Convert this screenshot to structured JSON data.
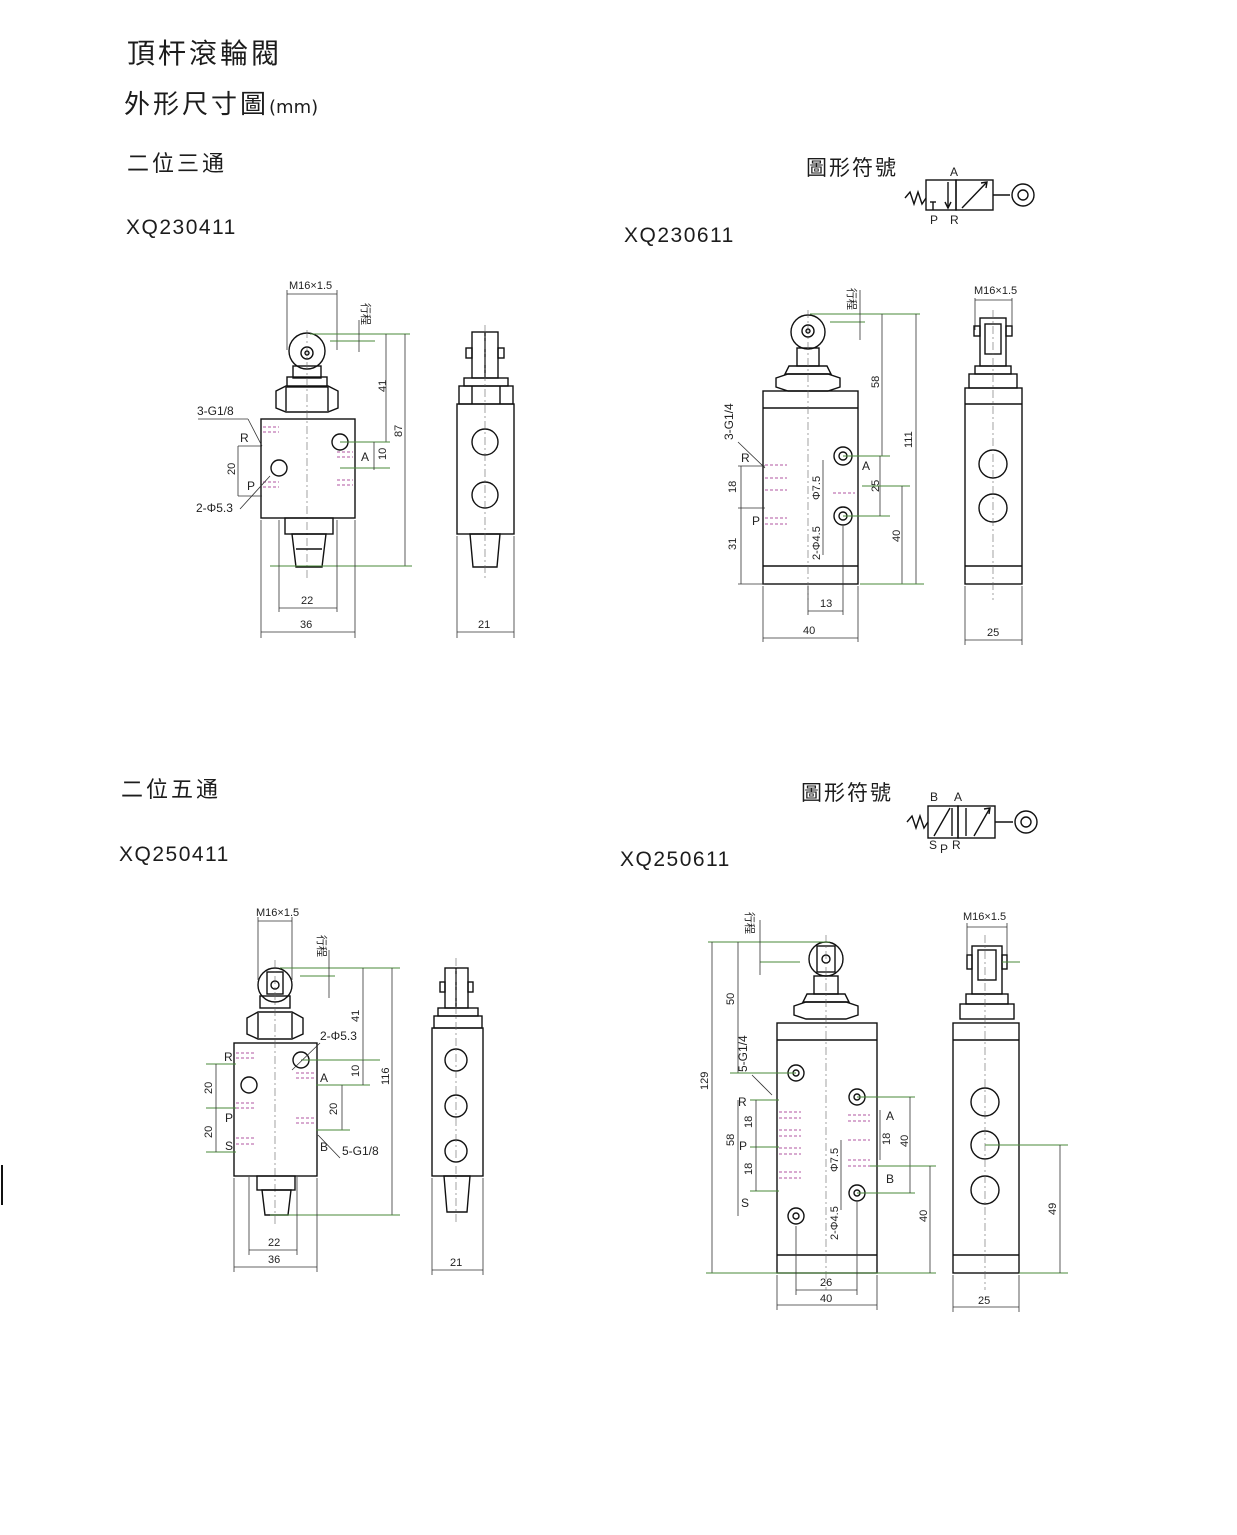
{
  "header": {
    "title": "頂杆滾輪閥",
    "subtitle": "外形尺寸圖",
    "unit": "(mm)"
  },
  "sections": {
    "three_way": "二位三通",
    "five_way": "二位五通"
  },
  "symbol_label_top": "圖形符號",
  "symbol_label_bottom": "圖形符號",
  "models": {
    "m1": "XQ230411",
    "m2": "XQ230611",
    "m3": "XQ250411",
    "m4": "XQ250611"
  },
  "sym3": {
    "a": "A",
    "p": "P",
    "r": "R"
  },
  "sym5": {
    "b": "B",
    "a": "A",
    "s": "S",
    "p": "P",
    "r": "R"
  },
  "d1": {
    "thread": "M16×1.5",
    "stroke": "行程",
    "port": "3-G1/8",
    "hole": "2-Φ5.3",
    "r": "R",
    "p": "P",
    "a": "A",
    "h41": "41",
    "h87": "87",
    "h10": "10",
    "h20": "20",
    "w22": "22",
    "w36": "36",
    "w21": "21"
  },
  "d2": {
    "thread": "M16×1.5",
    "stroke": "行程",
    "port": "3-G1/4",
    "hole": "2-Φ4.5",
    "dia": "Φ7.5",
    "r": "R",
    "p": "P",
    "a": "A",
    "h58": "58",
    "h111": "111",
    "h25": "25",
    "h40": "40",
    "h18": "18",
    "h31": "31",
    "w13": "13",
    "w40": "40",
    "w25": "25"
  },
  "d3": {
    "thread": "M16×1.5",
    "stroke": "行程",
    "port": "5-G1/8",
    "hole": "2-Φ5.3",
    "r": "R",
    "p": "P",
    "s": "S",
    "a": "A",
    "b": "B",
    "h41": "41",
    "h116": "116",
    "h10": "10",
    "h20a": "20",
    "h20b": "20",
    "h20c": "20",
    "w22": "22",
    "w36": "36",
    "w21": "21"
  },
  "d4": {
    "thread": "M16×1.5",
    "stroke": "行程",
    "port": "5-G1/4",
    "hole": "2-Φ4.5",
    "dia": "Φ7.5",
    "r": "R",
    "p": "P",
    "s": "S",
    "a": "A",
    "b": "B",
    "h50": "50",
    "h129": "129",
    "h58": "58",
    "h18a": "18",
    "h18b": "18",
    "h18c": "18",
    "h40a": "40",
    "h40b": "40",
    "h49": "49",
    "w26": "26",
    "w40": "40",
    "w25": "25"
  }
}
